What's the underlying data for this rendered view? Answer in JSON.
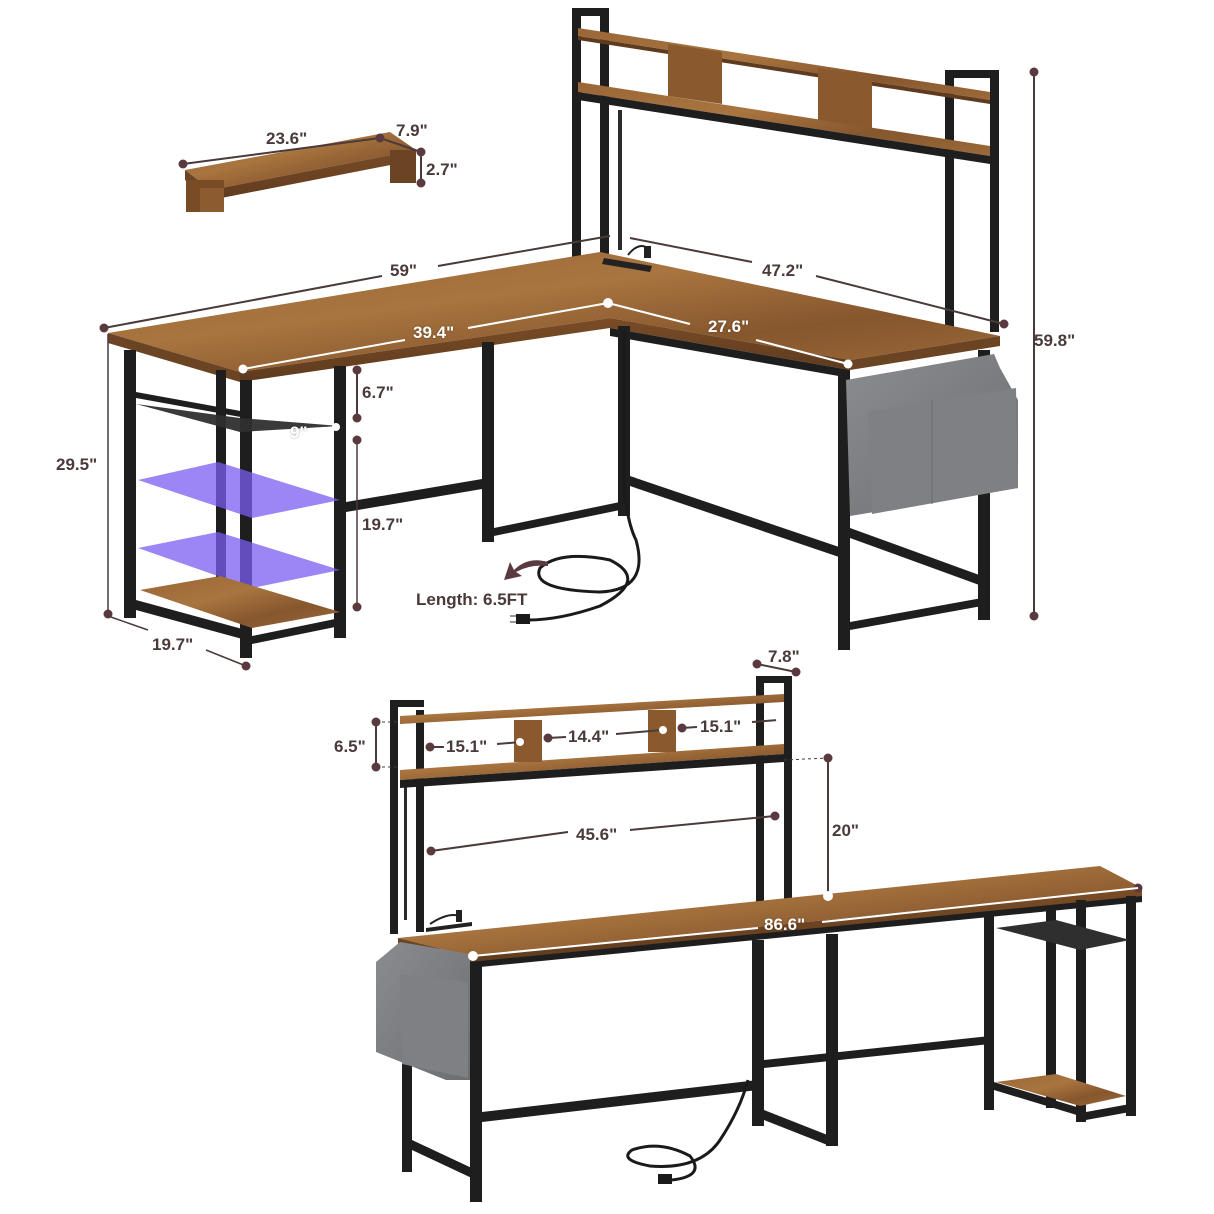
{
  "colors": {
    "dimension_text": "#4a3a3a",
    "dimension_line": "#4a3a3a",
    "dimension_dot": "#5a3a3e",
    "wood": "#8a5a30",
    "wood_light": "#a6723f",
    "wood_dark": "#6b4424",
    "frame": "#1e1e1e",
    "bag": "#7d7f82",
    "led_shelf": "#7b5cf0",
    "background": "#ffffff"
  },
  "monitor_stand": {
    "length": "23.6\"",
    "depth": "7.9\"",
    "height": "2.7\""
  },
  "l_shape_desk": {
    "long_side_length": "59\"",
    "short_side_length": "47.2\"",
    "inner_long_length": "39.4\"",
    "inner_short_length": "27.6\"",
    "desk_height": "29.5\"",
    "total_height": "59.8\"",
    "shelf_gap": "6.7\"",
    "mesh_shelf_width": "9\"",
    "shelf_unit_height": "19.7\"",
    "shelf_unit_depth": "19.7\"",
    "cord_length": "Length: 6.5FT"
  },
  "straight_desk": {
    "hutch_depth": "7.8\"",
    "hutch_shelf_height": "6.5\"",
    "compartment_left": "15.1\"",
    "compartment_middle": "14.4\"",
    "compartment_right": "15.1\"",
    "hutch_width": "45.6\"",
    "hutch_clearance": "20\"",
    "total_length": "86.6\""
  }
}
